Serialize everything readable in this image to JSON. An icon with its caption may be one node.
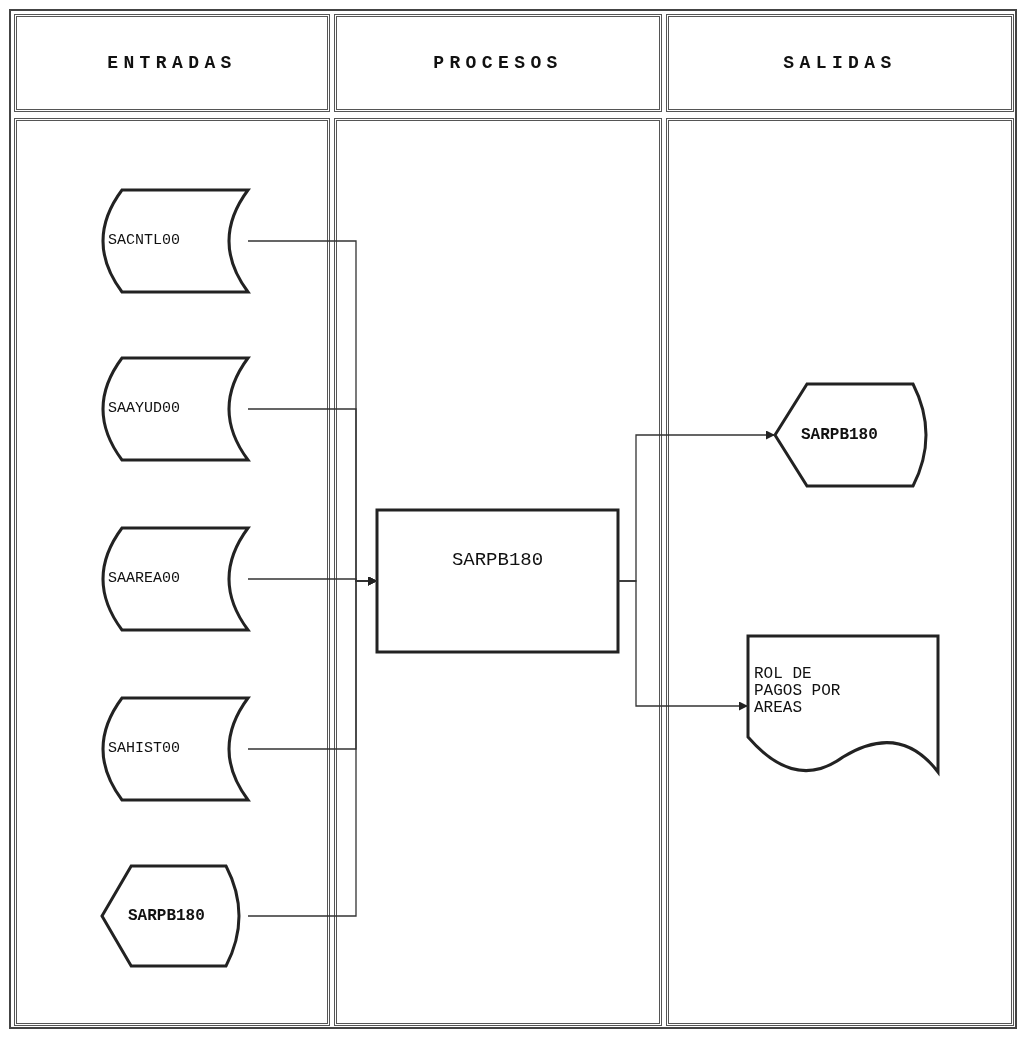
{
  "diagram": {
    "nodes": [
      {
        "text": [
          "ENTRADAS"
        ]
      },
      {
        "text": [
          "PROCESOS"
        ]
      },
      {
        "text": [
          "SALIDAS"
        ]
      },
      {
        "text": [
          "SACNTL00"
        ],
        "in": 0
      },
      {
        "text": [
          "SAAYUD00"
        ],
        "in": 0
      },
      {
        "text": [
          "SAAREA00"
        ],
        "in": 0
      },
      {
        "text": [
          "SAHIST00"
        ],
        "in": 0
      },
      {
        "text": [
          "SARPB180"
        ],
        "in": 0
      },
      {
        "text": [
          "SARPB180"
        ],
        "in": 1
      },
      {
        "text": [
          "SARPB180"
        ],
        "in": 2
      },
      {
        "text": [
          "ROL DE PAGOS POR AREAS"
        ],
        "in": 2
      }
    ],
    "edges": [
      {
        "from": 3,
        "to": 8,
        "arrow": "to"
      },
      {
        "from": 4,
        "to": 8,
        "arrow": "to"
      },
      {
        "from": 5,
        "to": 8,
        "arrow": "to"
      },
      {
        "from": 6,
        "to": 8,
        "arrow": "to"
      },
      {
        "from": 7,
        "to": 8,
        "arrow": "to"
      },
      {
        "from": 8,
        "to": 9,
        "arrow": "to"
      },
      {
        "from": 8,
        "to": 10,
        "arrow": "to"
      }
    ]
  }
}
